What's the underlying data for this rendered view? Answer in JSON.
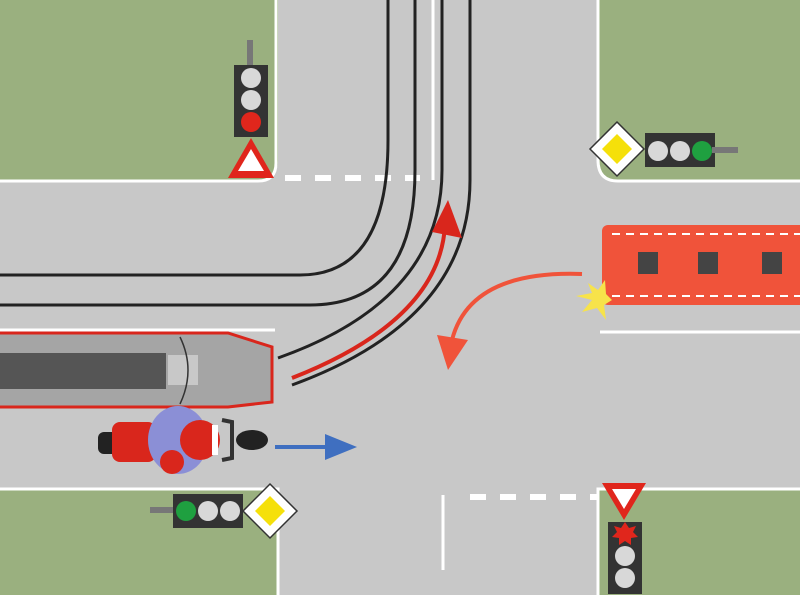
{
  "scene": {
    "colors": {
      "grass": "#9ab07f",
      "road": "#c8c8c8",
      "markings": "#ffffff",
      "rails": "#222222",
      "tram_outline": "#d9261c",
      "tram_body": "#a5a5a5",
      "tram_stripe": "#555555",
      "bus_body": "#f0533a",
      "bus_windows": "#444444",
      "motorcycle_rider": "#d9261c",
      "motorcycle_jacket": "#8b8fd6",
      "tram_path_arrow": "#d9261c",
      "bus_path_arrow": "#f0533a",
      "motorcycle_arrow": "#3f6fc0",
      "light_red": "#e0261c",
      "light_green": "#1fa040",
      "light_off": "#d8d8d8",
      "priority_sign_yellow": "#f5e00a",
      "yield_sign_red": "#e0261c",
      "turn_signal": "#f7e34a"
    },
    "traffic_lights": [
      {
        "id": "north-west",
        "active": "red"
      },
      {
        "id": "north-east",
        "active": "green"
      },
      {
        "id": "south-west",
        "active": "green"
      },
      {
        "id": "south-east",
        "active": "red-flashing"
      }
    ],
    "signs": [
      {
        "id": "north-west",
        "type": "yield-inverted-triangle"
      },
      {
        "id": "north-east",
        "type": "priority-road-diamond"
      },
      {
        "id": "south-west",
        "type": "priority-road-diamond"
      },
      {
        "id": "south-east",
        "type": "yield-triangle"
      }
    ],
    "vehicles": [
      {
        "id": "tram",
        "direction": "turning-left-to-north"
      },
      {
        "id": "bus",
        "direction": "turning-left-to-south"
      },
      {
        "id": "motorcycle",
        "direction": "straight-east"
      }
    ]
  }
}
